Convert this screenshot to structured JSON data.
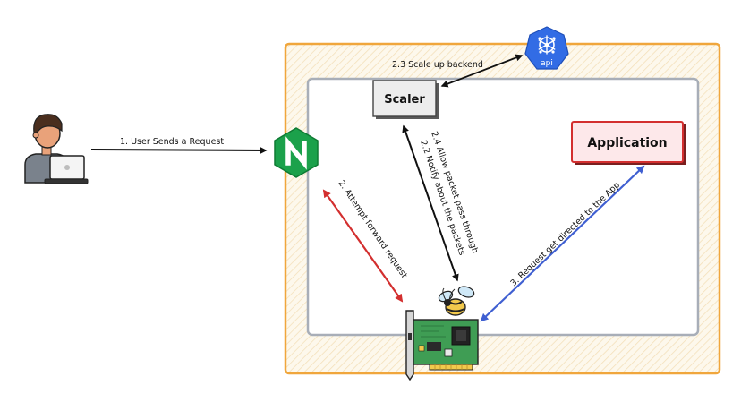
{
  "nodes": {
    "scaler": {
      "label": "Scaler"
    },
    "application": {
      "label": "Application"
    },
    "api": {
      "label": "api"
    }
  },
  "edges": {
    "user_request": "1. User Sends a Request",
    "attempt_forward": "2. Attempt forward request",
    "scale_up": "2.3 Scale up backend",
    "allow_packet": "2.4 Allow packet pass through",
    "notify_packets": "2.2 Notify about the packets",
    "directed_app": "3. Request get directed to the App"
  },
  "colors": {
    "outer_border": "#F0A63C",
    "outer_fill": "#FDF8EC",
    "inner_border": "#A8AEB8",
    "inner_fill": "#FFFFFF",
    "scaler_fill": "#EDEDED",
    "app_border": "#D32F2F",
    "app_fill": "#FDE8EA",
    "nginx_green": "#1BA14B",
    "api_blue": "#326CE5",
    "red_arrow": "#D32F2F",
    "blue_arrow": "#3F5FD1",
    "black_arrow": "#111111",
    "pcb_green": "#3F9D54"
  },
  "icons": [
    "user-laptop-icon",
    "nginx-icon",
    "kubernetes-api-icon",
    "network-card-icon",
    "bee-icon"
  ]
}
